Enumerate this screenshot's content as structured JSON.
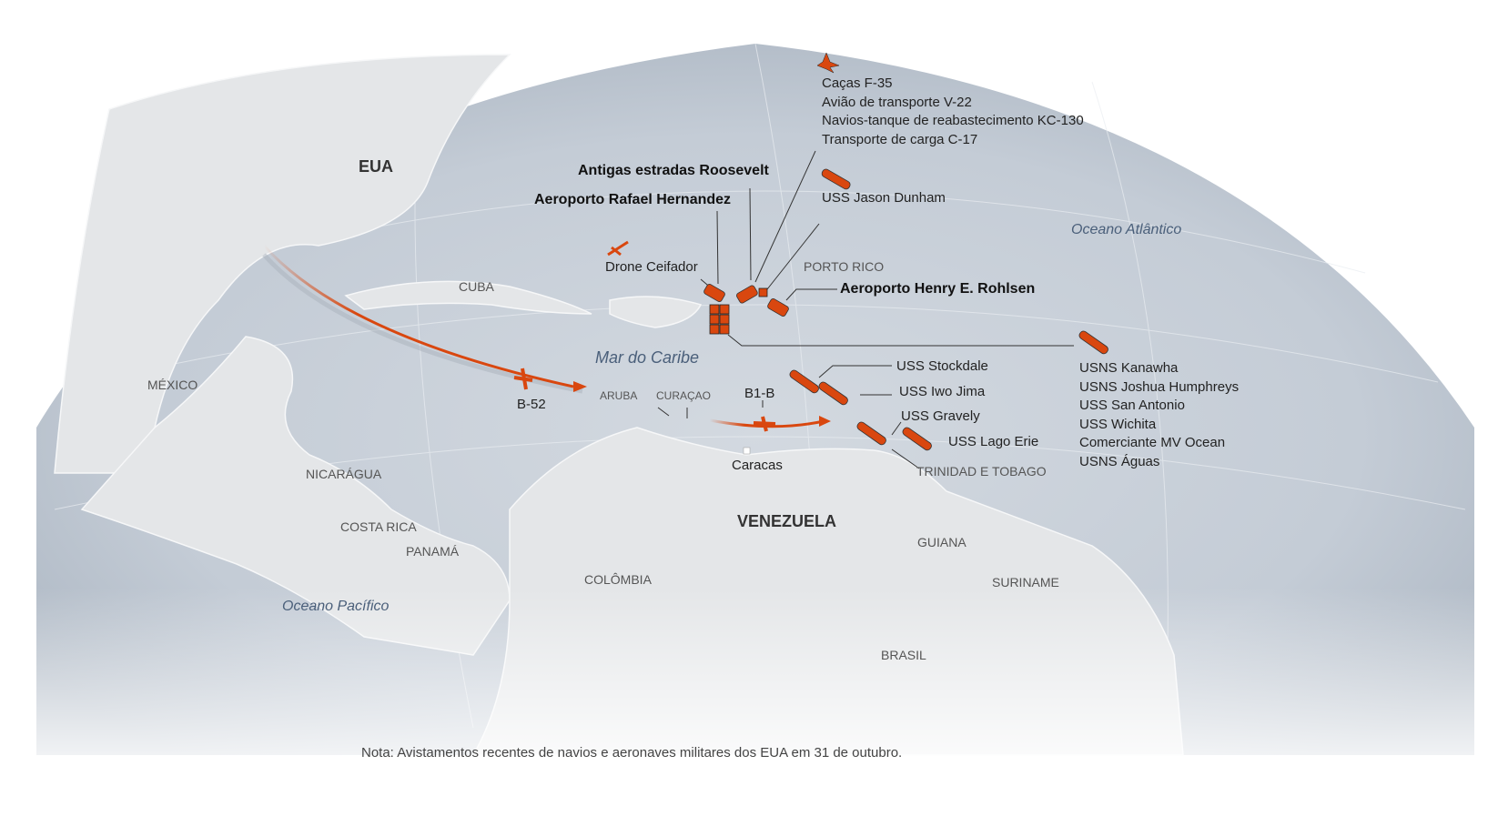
{
  "regions": {
    "eua": "EUA",
    "cuba": "CUBA",
    "mexico": "MÉXICO",
    "nicaragua": "NICARÁGUA",
    "costa_rica": "COSTA RICA",
    "panama": "PANAMÁ",
    "colombia": "COLÔMBIA",
    "venezuela": "VENEZUELA",
    "guiana": "GUIANA",
    "suriname": "SURINAME",
    "brasil": "BRASIL",
    "porto_rico": "PORTO RICO",
    "aruba": "ARUBA",
    "curacao": "CURAÇAO",
    "trinidad": "TRINIDAD E TOBAGO",
    "caracas": "Caracas"
  },
  "seas": {
    "caribe": "Mar do Caribe",
    "atlantico": "Oceano Atlântico",
    "pacifico": "Oceano Pacífico"
  },
  "aircraft_list": [
    "Caças F-35",
    "Avião de transporte V-22",
    "Navios-tanque de reabastecimento KC-130",
    "Transporte de carga C-17"
  ],
  "sites": {
    "roosevelt": "Antigas estradas Roosevelt",
    "rafael": "Aeroporto Rafael Hernandez",
    "rohlsen": "Aeroporto Henry E. Rohlsen"
  },
  "assets": {
    "jason_dunham": "USS Jason Dunham",
    "drone": "Drone Ceifador",
    "b52": "B-52",
    "b1b": "B1-B",
    "stockdale": "USS Stockdale",
    "iwo_jima": "USS Iwo Jima",
    "gravely": "USS Gravely",
    "lago_erie": "USS Lago Erie"
  },
  "fleet_list": [
    "USNS Kanawha",
    "USNS Joshua Humphreys",
    "USS San Antonio",
    "USS Wichita",
    "Comerciante MV Ocean",
    "USNS Águas"
  ],
  "note": "Nota: Avistamentos recentes de navios e aeronaves militares dos EUA em 31 de outubro.",
  "colors": {
    "accent": "#d9470f",
    "ocean": "#c9d0d9",
    "land": "#e4e6e8"
  }
}
